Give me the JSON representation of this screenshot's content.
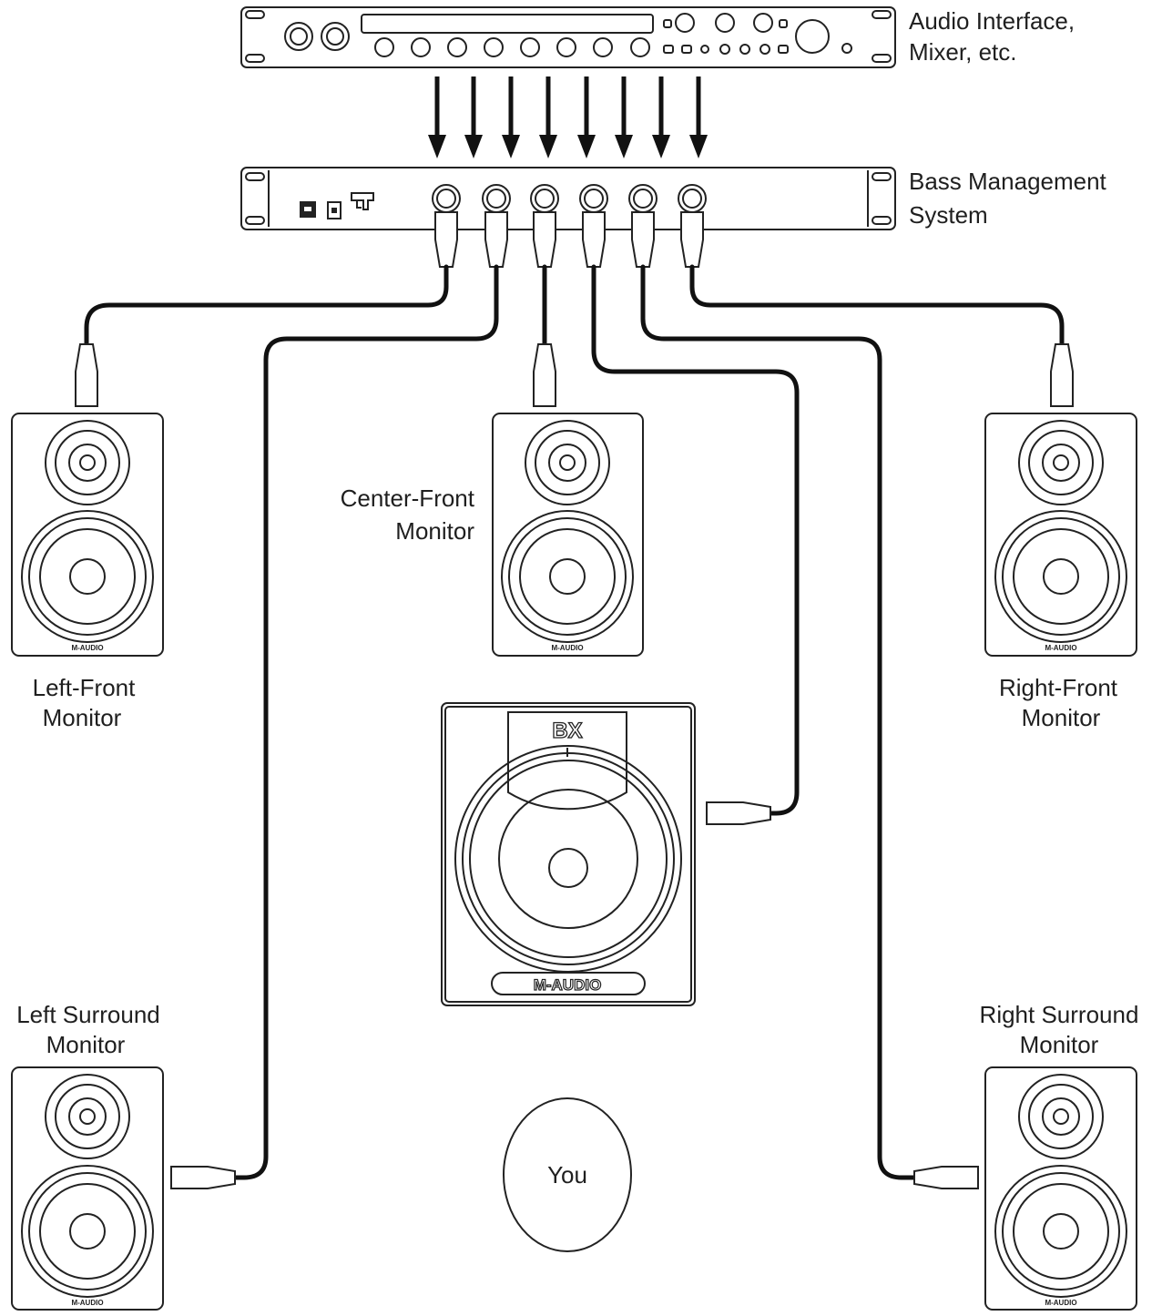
{
  "labels": {
    "audio_interface_line1": "Audio Interface,",
    "audio_interface_line2": "Mixer, etc.",
    "bass_management_line1": "Bass Management",
    "bass_management_line2": "System",
    "center_front_line1": "Center-Front",
    "center_front_line2": "Monitor",
    "left_front_line1": "Left-Front",
    "left_front_line2": "Monitor",
    "right_front_line1": "Right-Front",
    "right_front_line2": "Monitor",
    "left_surround_line1": "Left Surround",
    "left_surround_line2": "Monitor",
    "right_surround_line1": "Right Surround",
    "right_surround_line2": "Monitor",
    "listener": "You"
  },
  "brands": {
    "monitor_brand": "M-AUDIO",
    "subwoofer_model": "BX",
    "subwoofer_brand": "M-AUDIO"
  }
}
